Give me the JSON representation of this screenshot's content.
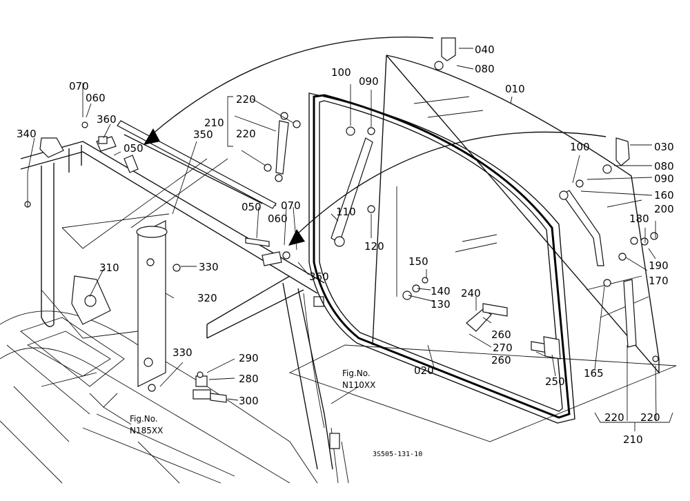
{
  "diagram": {
    "callouts": {
      "p010": "010",
      "p020": "020",
      "p030": "030",
      "p040": "040",
      "p050a": "050",
      "p050b": "050",
      "p060a": "060",
      "p060b": "060",
      "p070a": "070",
      "p070b": "070",
      "p080a": "080",
      "p080b": "080",
      "p090a": "090",
      "p090b": "090",
      "p100a": "100",
      "p100b": "100",
      "p110": "110",
      "p120": "120",
      "p130": "130",
      "p140": "140",
      "p150": "150",
      "p160": "160",
      "p165": "165",
      "p170": "170",
      "p180": "180",
      "p190": "190",
      "p200": "200",
      "p210a": "210",
      "p210b": "210",
      "p220a": "220",
      "p220b": "220",
      "p220c": "220",
      "p220d": "220",
      "p240": "240",
      "p250": "250",
      "p260a": "260",
      "p260b": "260",
      "p270": "270",
      "p280": "280",
      "p290": "290",
      "p300": "300",
      "p310": "310",
      "p320": "320",
      "p330a": "330",
      "p330b": "330",
      "p340": "340",
      "p350": "350",
      "p360a": "360",
      "p360b": "360"
    },
    "figure_refs": {
      "n110_label": "Fig.No.",
      "n110_code": "N110XX",
      "n185_label": "Fig.No.",
      "n185_code": "N185XX"
    },
    "drawing_code": "3S505-131-10"
  }
}
